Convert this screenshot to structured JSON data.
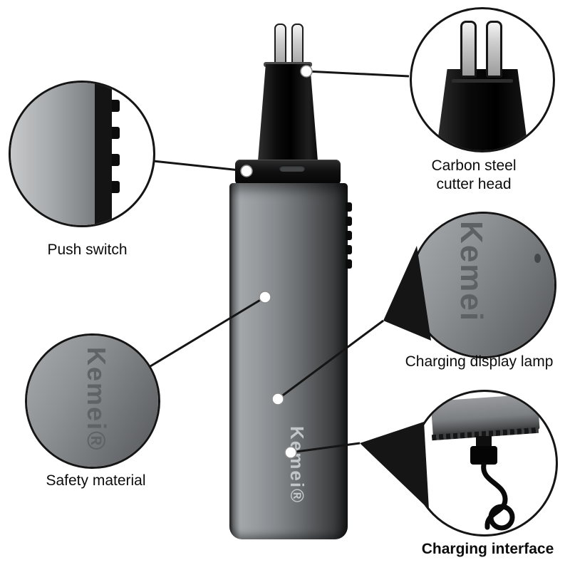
{
  "product": {
    "brand": "Kemei",
    "brand_full": "Kemei®"
  },
  "callouts": {
    "cutter_head": {
      "label": "Carbon steel\ncutter head"
    },
    "push_switch": {
      "label": "Push switch"
    },
    "charging_lamp": {
      "label": "Charging display lamp"
    },
    "safety_material": {
      "label": "Safety material"
    },
    "charging_interface": {
      "label": "Charging interface"
    }
  },
  "colors": {
    "background": "#ffffff",
    "outline": "#151515",
    "body_highlight": "#a3a7aa",
    "body_shadow": "#1b1c1d",
    "brand_text": "#c3c6c8"
  }
}
